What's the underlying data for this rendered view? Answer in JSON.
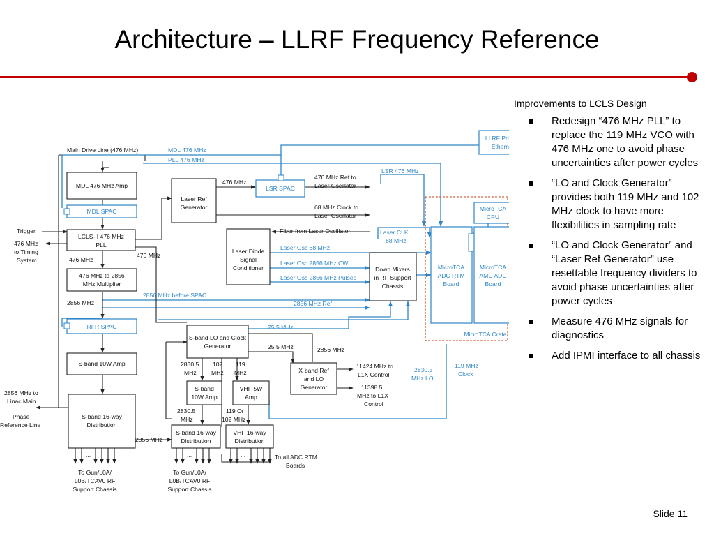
{
  "slide": {
    "title": "Architecture – LLRF Frequency Reference",
    "number": "Slide 11",
    "accent_color": "#c00000",
    "signal_color": "#2e86c8"
  },
  "panel": {
    "heading": "Improvements to LCLS Design",
    "bullets": [
      "Redesign “476 MHz PLL” to replace the 119 MHz VCO with 476 MHz one to avoid phase uncertainties after power cycles",
      "“LO and Clock Generator” provides both 119 MHz and 102 MHz clock to have more flexibilities in sampling rate",
      "“LO and Clock Generator” and “Laser Ref Generator” use resettable frequency dividers to avoid phase uncertainties after power cycles",
      "Measure 476 MHz signals for diagnostics",
      "Add IPMI interface to all chassis"
    ]
  },
  "diagram": {
    "boxes": {
      "mdl_amp": [
        "MDL 476 MHz Amp"
      ],
      "mdl_spac": [
        "MDL SPAC"
      ],
      "pll": [
        "LCLS-II 476 MHz",
        "PLL"
      ],
      "multiplier": [
        "476 MHz to 2856",
        "MHz Multiplier"
      ],
      "rfr_spac": [
        "RFR SPAC"
      ],
      "sband_amp": [
        "S-band 10W Amp"
      ],
      "sband_dist": [
        "S-band 16-way",
        "Distribution"
      ],
      "laser_ref": [
        "Laser Ref",
        "Generator"
      ],
      "lsr_spac": [
        "LSR SPAC"
      ],
      "laser_diode": [
        "Laser Diode",
        "Signal",
        "Conditioner"
      ],
      "down_mixers": [
        "Down Mixers",
        "in RF Support",
        "Chassis"
      ],
      "lo_clock": [
        "S-band LO and Clock",
        "Generator"
      ],
      "xband": [
        "X-band Ref",
        "and LO",
        "Generator"
      ],
      "sband_amp2": [
        "S-band",
        "10W Amp"
      ],
      "vhf_amp": [
        "VHF 5W",
        "Amp"
      ],
      "sband_dist2": [
        "S-band 16-way",
        "Distribution"
      ],
      "vhf_dist": [
        "VHF 16-way",
        "Distribution"
      ],
      "adc_rtm": [
        "MicroTCA",
        "ADC RTM",
        "Board"
      ],
      "amc_adc": [
        "MicroTCA",
        "AMC ADC",
        "Board"
      ],
      "cpu": [
        "MicroTCA",
        "CPU"
      ],
      "ethernet": [
        "LLRF Private",
        "Ethernet"
      ],
      "crate": "MicroTCA Crate"
    },
    "labels": {
      "main_drive": "Main Drive Line (476 MHz)",
      "mdl_476": "MDL 476 MHz",
      "pll_476": "PLL 476 MHz",
      "trigger": "Trigger",
      "timing": [
        "476 MHz",
        "to Timing",
        "System"
      ],
      "pll_out": "476 MHz",
      "pll_to_laser": "476 MHz",
      "laser_476": "476 MHz",
      "ref_to_osc": [
        "476 MHz Ref to",
        "Laser Oscillator"
      ],
      "lsr_476": "LSR 476 MHz",
      "clk_68": [
        "68 MHz Clock to",
        "Laser Oscillator"
      ],
      "fiber": "Fiber from Laser Oscillator",
      "laser_clk": [
        "Laser CLK",
        "68 MHz"
      ],
      "osc_68": "Laser Osc 68 MHz",
      "osc_cw": "Laser Osc 2856 MHz CW",
      "osc_pulsed": "Laser Osc 2856 MHz Pulsed",
      "before_spac": "2856 MHz before SPAC",
      "mult_out": "2856 MHz",
      "ref_2856": "2856 MHz Ref",
      "f25a": "25.5 MHz",
      "f25b": "25.5 MHz",
      "f2856_lo": "2856 MHz",
      "f2830": [
        "2830.5",
        "MHz"
      ],
      "f102": [
        "102",
        "MHz"
      ],
      "f119": [
        "119",
        "MHz"
      ],
      "x11424": [
        "11424 MHz to",
        "L1X Control"
      ],
      "x11398": [
        "11398.5",
        "MHz to L1X",
        "Control"
      ],
      "f2830_lo": [
        "2830.5",
        "MHz LO"
      ],
      "f119_clock": [
        "119 MHz",
        "Clock"
      ],
      "f2830b": [
        "2830.5",
        "MHz"
      ],
      "f119or102": [
        "119 Or",
        "102 MHz"
      ],
      "dist_2856": "2856 MHz",
      "linac": [
        "2856 MHz to",
        "Linac Main",
        "Phase",
        "Reference Line"
      ],
      "dots": "...",
      "to_gun1": [
        "To Gun/L0A/",
        "L0B/TCAV0 RF",
        "Support Chassis"
      ],
      "to_gun2": [
        "To Gun/L0A/",
        "L0B/TCAV0 RF",
        "Support Chassis"
      ],
      "to_adc": [
        "To all ADC RTM",
        "Boards"
      ]
    }
  }
}
